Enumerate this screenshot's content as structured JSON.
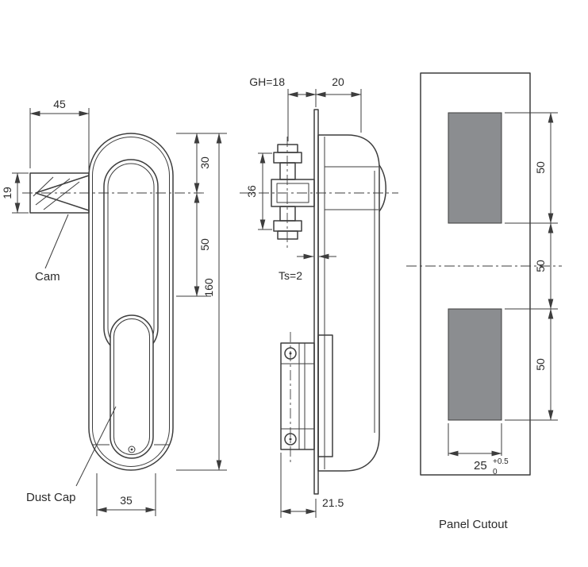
{
  "style": {
    "background": "#ffffff",
    "line_color": "#3d3d3d",
    "text_color": "#2b2b2b",
    "cutout_fill": "#8b8d90"
  },
  "front_view": {
    "d45": "45",
    "d19": "19",
    "d30": "30",
    "d50": "50",
    "d160": "160",
    "d35": "35",
    "label_cam": "Cam",
    "label_dust_cap": "Dust Cap"
  },
  "side_view": {
    "gh": "GH=18",
    "d20": "20",
    "d36": "36",
    "ts": "Ts=2",
    "d21_5": "21.5"
  },
  "panel_cutout": {
    "d50_top": "50",
    "d50_mid": "50",
    "d50_bottom": "50",
    "d25": "25",
    "tol_up": "+0.5",
    "tol_low": "0",
    "caption": "Panel Cutout"
  }
}
